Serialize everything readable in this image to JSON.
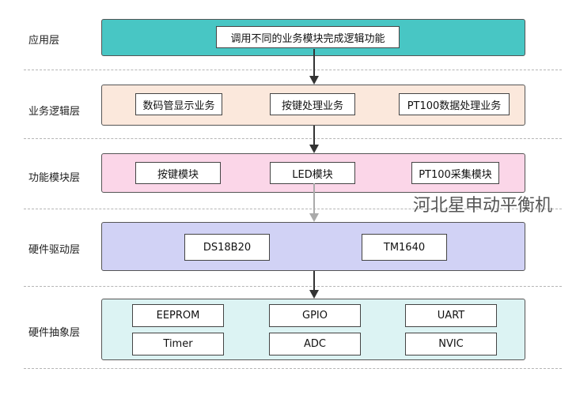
{
  "layers": [
    {
      "label": "应用层",
      "boxes": [
        "调用不同的业务模块完成逻辑功能"
      ],
      "fill": "#48c6c4"
    },
    {
      "label": "业务逻辑层",
      "boxes": [
        "数码管显示业务",
        "按键处理业务",
        "PT100数据处理业务"
      ],
      "fill": "#fbe8dc"
    },
    {
      "label": "功能模块层",
      "boxes": [
        "按键模块",
        "LED模块",
        "PT100采集模块"
      ],
      "fill": "#fbd6e8"
    },
    {
      "label": "硬件驱动层",
      "boxes": [
        "DS18B20",
        "TM1640"
      ],
      "fill": "#d1d2f5"
    },
    {
      "label": "硬件抽象层",
      "boxes": [
        "EEPROM",
        "GPIO",
        "UART",
        "Timer",
        "ADC",
        "NVIC"
      ],
      "fill": "#dcf3f3"
    }
  ],
  "watermark": "河北星申动平衡机"
}
